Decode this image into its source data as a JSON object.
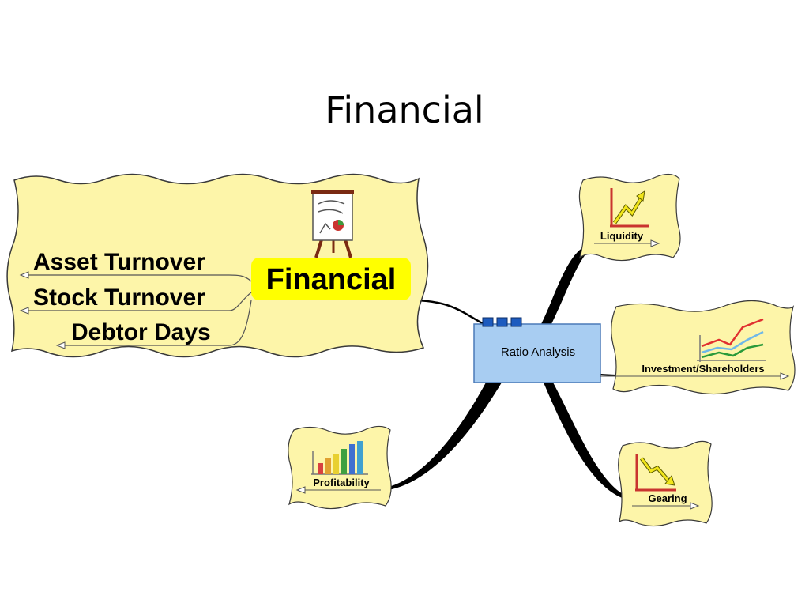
{
  "slide": {
    "title": "Financial"
  },
  "main_topic": {
    "label": "Financial"
  },
  "sub_topics": [
    {
      "label": "Asset Turnover"
    },
    {
      "label": "Stock Turnover"
    },
    {
      "label": "Debtor Days"
    }
  ],
  "central_node": {
    "label": "Ratio Analysis"
  },
  "branches": [
    {
      "label": "Liquidity",
      "icon": "rising-line-chart-icon"
    },
    {
      "label": "Investment/Shareholders",
      "icon": "multi-line-chart-icon"
    },
    {
      "label": "Gearing",
      "icon": "falling-line-chart-icon"
    },
    {
      "label": "Profitability",
      "icon": "bar-chart-icon"
    }
  ],
  "colors": {
    "cloud_fill": "#fdf5a9",
    "cloud_stroke": "#3a3a3a",
    "highlight": "#ffff00",
    "central_fill": "#a8cdf2",
    "central_stroke": "#4a7ab8",
    "handle_fill": "#1d5bbf"
  }
}
